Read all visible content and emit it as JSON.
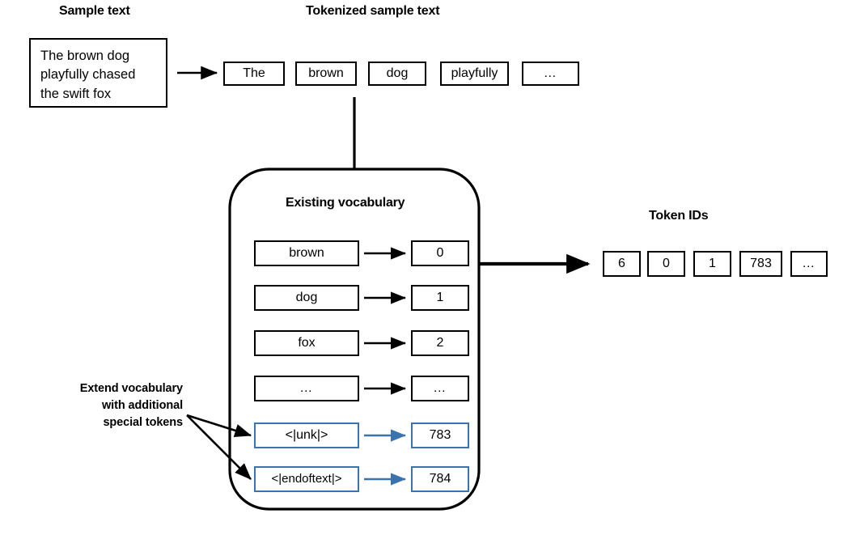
{
  "diagram": {
    "title_sample_text": "Sample text",
    "title_tokenized": "Tokenized sample text",
    "title_token_ids": "Token IDs",
    "title_vocabulary": "Existing vocabulary",
    "annotation_extend": "Extend vocabulary with additional special tokens",
    "annotation_extend_lines": [
      "Extend vocabulary",
      "with additional",
      "special tokens"
    ],
    "sample_text": "The brown dog playfully chased the swift fox",
    "sample_text_lines": [
      "The brown dog",
      "playfully chased",
      "the swift fox"
    ],
    "tokens": [
      {
        "label": "The"
      },
      {
        "label": "brown"
      },
      {
        "label": "dog"
      },
      {
        "label": "playfully"
      },
      {
        "label": "…"
      }
    ],
    "vocabulary_rows": [
      {
        "token": "brown",
        "id": "0",
        "special": false
      },
      {
        "token": "dog",
        "id": "1",
        "special": false
      },
      {
        "token": "fox",
        "id": "2",
        "special": false
      },
      {
        "token": "…",
        "id": "…",
        "special": false
      },
      {
        "token": "<|unk|>",
        "id": "783",
        "special": true
      },
      {
        "token": "<|endoftext|>",
        "id": "784",
        "special": true
      }
    ],
    "token_ids": [
      {
        "label": "6"
      },
      {
        "label": "0"
      },
      {
        "label": "1"
      },
      {
        "label": "783"
      },
      {
        "label": "…"
      }
    ],
    "colors": {
      "ink": "#000000",
      "accent_blue": "#3a73ae",
      "background": "#ffffff"
    }
  }
}
